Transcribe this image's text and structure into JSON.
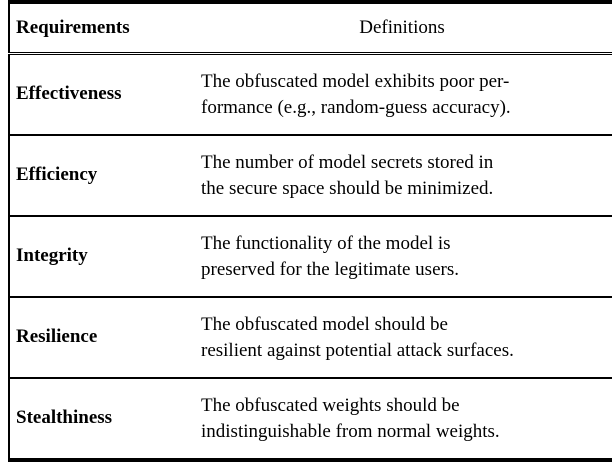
{
  "table": {
    "columns": [
      {
        "key": "requirements",
        "header": "Requirements",
        "align": "left",
        "bold": true
      },
      {
        "key": "definitions",
        "header": "Definitions",
        "align": "center",
        "bold": false
      }
    ],
    "rows": [
      {
        "requirement": "Effectiveness",
        "definition": "The obfuscated model exhibits poor performance (e.g., random-guess accuracy).",
        "definition_lines": [
          "The obfuscated model exhibits poor per-",
          "formance (e.g., random-guess accuracy)."
        ]
      },
      {
        "requirement": "Efficiency",
        "definition": "The number of model secrets stored in the secure space should be minimized.",
        "definition_lines": [
          "The number of model secrets stored in",
          "the secure space should be minimized."
        ]
      },
      {
        "requirement": "Integrity",
        "definition": "The functionality of the model is preserved for the legitimate users.",
        "definition_lines": [
          "The functionality of the model is",
          "preserved for the legitimate users."
        ]
      },
      {
        "requirement": "Resilience",
        "definition": "The obfuscated model should be resilient against potential attack surfaces.",
        "definition_lines": [
          "The obfuscated model should be",
          "resilient against potential attack surfaces."
        ]
      },
      {
        "requirement": "Stealthiness",
        "definition": "The obfuscated weights should be indistinguishable from normal weights.",
        "definition_lines": [
          "The obfuscated weights should be",
          "indistinguishable from normal weights."
        ]
      }
    ]
  },
  "style": {
    "text_color": "#000000",
    "background_color": "#ffffff",
    "rule_color": "#000000"
  }
}
